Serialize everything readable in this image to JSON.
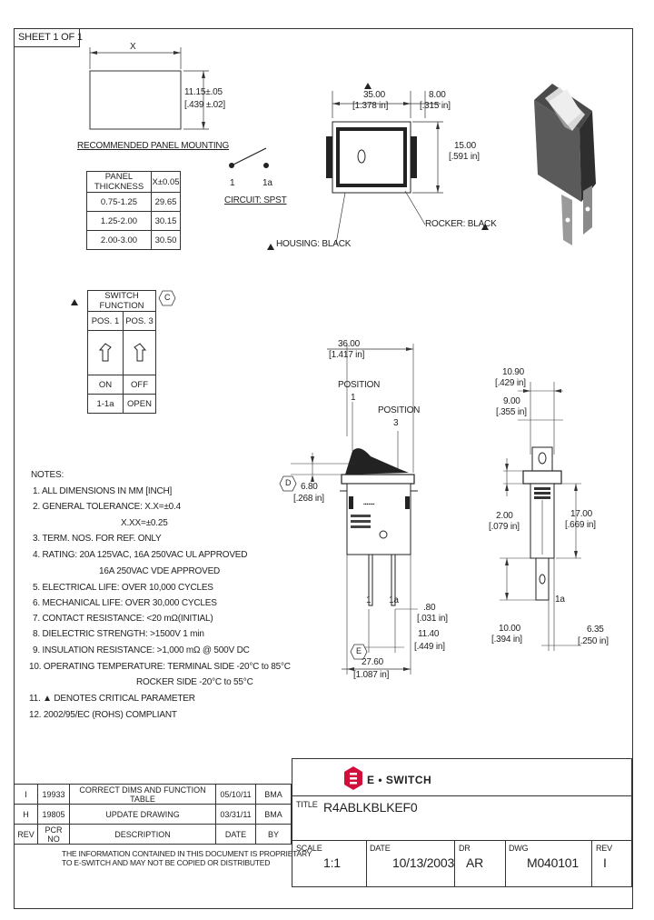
{
  "sheet": "SHEET 1 OF 1",
  "panel": {
    "x_label": "X",
    "height_dim": "11.15±.05",
    "height_dim_in": "[.439 ±.02]",
    "caption": "RECOMMENDED PANEL MOUNTING",
    "table_headers": [
      "PANEL THICKNESS",
      "X±0.05"
    ],
    "table_rows": [
      [
        "0.75-1.25",
        "29.65"
      ],
      [
        "1.25-2.00",
        "30.15"
      ],
      [
        "2.00-3.00",
        "30.50"
      ]
    ]
  },
  "circuit": {
    "pin1": "1",
    "pin1a": "1a",
    "caption": "CIRCUIT: SPST"
  },
  "top_view": {
    "width": "35.00",
    "width_in": "[1.378 in]",
    "depth": "8.00",
    "depth_in": "[.315 in]",
    "height": "15.00",
    "height_in": "[.591 in]",
    "rocker": "ROCKER: BLACK",
    "housing": "HOUSING: BLACK"
  },
  "switch_function": {
    "title": "SWITCH FUNCTION",
    "marker": "C",
    "headers": [
      "POS. 1",
      "POS. 3"
    ],
    "states": [
      "ON",
      "OFF"
    ],
    "circuits": [
      "1-1a",
      "OPEN"
    ]
  },
  "side_view": {
    "overall": "36.00",
    "overall_in": "[1.417 in]",
    "position1": "POSITION",
    "position1_num": "1",
    "position3": "POSITION",
    "position3_num": "3",
    "marker_d": "D",
    "rocker_h": "6.80",
    "rocker_h_in": "[.268 in]",
    "term_labels": [
      "1",
      "1a"
    ],
    "term_w": ".80",
    "term_w_in": "[.031 in]",
    "term_span": "11.40",
    "term_span_in": "[.449 in]",
    "marker_e": "E",
    "body_w": "27.60",
    "body_w_in": "[1.087 in]"
  },
  "end_view": {
    "top_w": "10.90",
    "top_w_in": "[.429 in]",
    "mid_w": "9.00",
    "mid_w_in": "[.355 in]",
    "flange": "2.00",
    "flange_in": "[.079 in]",
    "body_h": "17.00",
    "body_h_in": "[.669 in]",
    "term_len": "10.00",
    "term_len_in": "[.394 in]",
    "term_off": "6.35",
    "term_off_in": "[.250 in]",
    "label_1a": "1a"
  },
  "notes": {
    "title": "NOTES:",
    "items": [
      "1. ALL DIMENSIONS IN MM [INCH]",
      "2. GENERAL TOLERANCE: X.X=±0.4",
      "X.XX=±0.25",
      "3. TERM. NOS. FOR REF. ONLY",
      "4. RATING: 20A 125VAC, 16A 250VAC UL APPROVED",
      "16A 250VAC VDE APPROVED",
      "5. ELECTRICAL LIFE: OVER 10,000 CYCLES",
      "6. MECHANICAL LIFE: OVER 30,000 CYCLES",
      "7. CONTACT RESISTANCE: <20 mΩ(INITIAL)",
      "8. DIELECTRIC STRENGTH: >1500V 1 min",
      "9. INSULATION RESISTANCE: >1,000 mΩ @ 500V DC",
      "10. OPERATING TEMPERATURE: TERMINAL SIDE -20°C to 85°C",
      "ROCKER SIDE -20°C to 55°C",
      "11. ▲ DENOTES CRITICAL PARAMETER",
      "12. 2002/95/EC (ROHS) COMPLIANT"
    ]
  },
  "revisions": {
    "rows": [
      [
        "I",
        "19933",
        "CORRECT DIMS AND FUNCTION TABLE",
        "05/10/11",
        "BMA"
      ],
      [
        "H",
        "19805",
        "UPDATE DRAWING",
        "03/31/11",
        "BMA"
      ]
    ],
    "headers": [
      "REV",
      "PCR NO",
      "DESCRIPTION",
      "DATE",
      "BY"
    ],
    "disclaimer1": "THE INFORMATION CONTAINED IN THIS DOCUMENT IS PROPRIETARY",
    "disclaimer2": "TO E-SWITCH AND MAY NOT BE COPIED OR DISTRIBUTED"
  },
  "title_block": {
    "logo": "E • SWITCH",
    "title_label": "TITLE",
    "title": "R4ABLKBLKEF0",
    "scale_label": "SCALE",
    "scale": "1:1",
    "date_label": "DATE",
    "date": "10/13/2003",
    "dr_label": "DR",
    "dr": "AR",
    "dwg_label": "DWG",
    "dwg": "M040101",
    "rev_label": "REV",
    "rev": "I"
  }
}
